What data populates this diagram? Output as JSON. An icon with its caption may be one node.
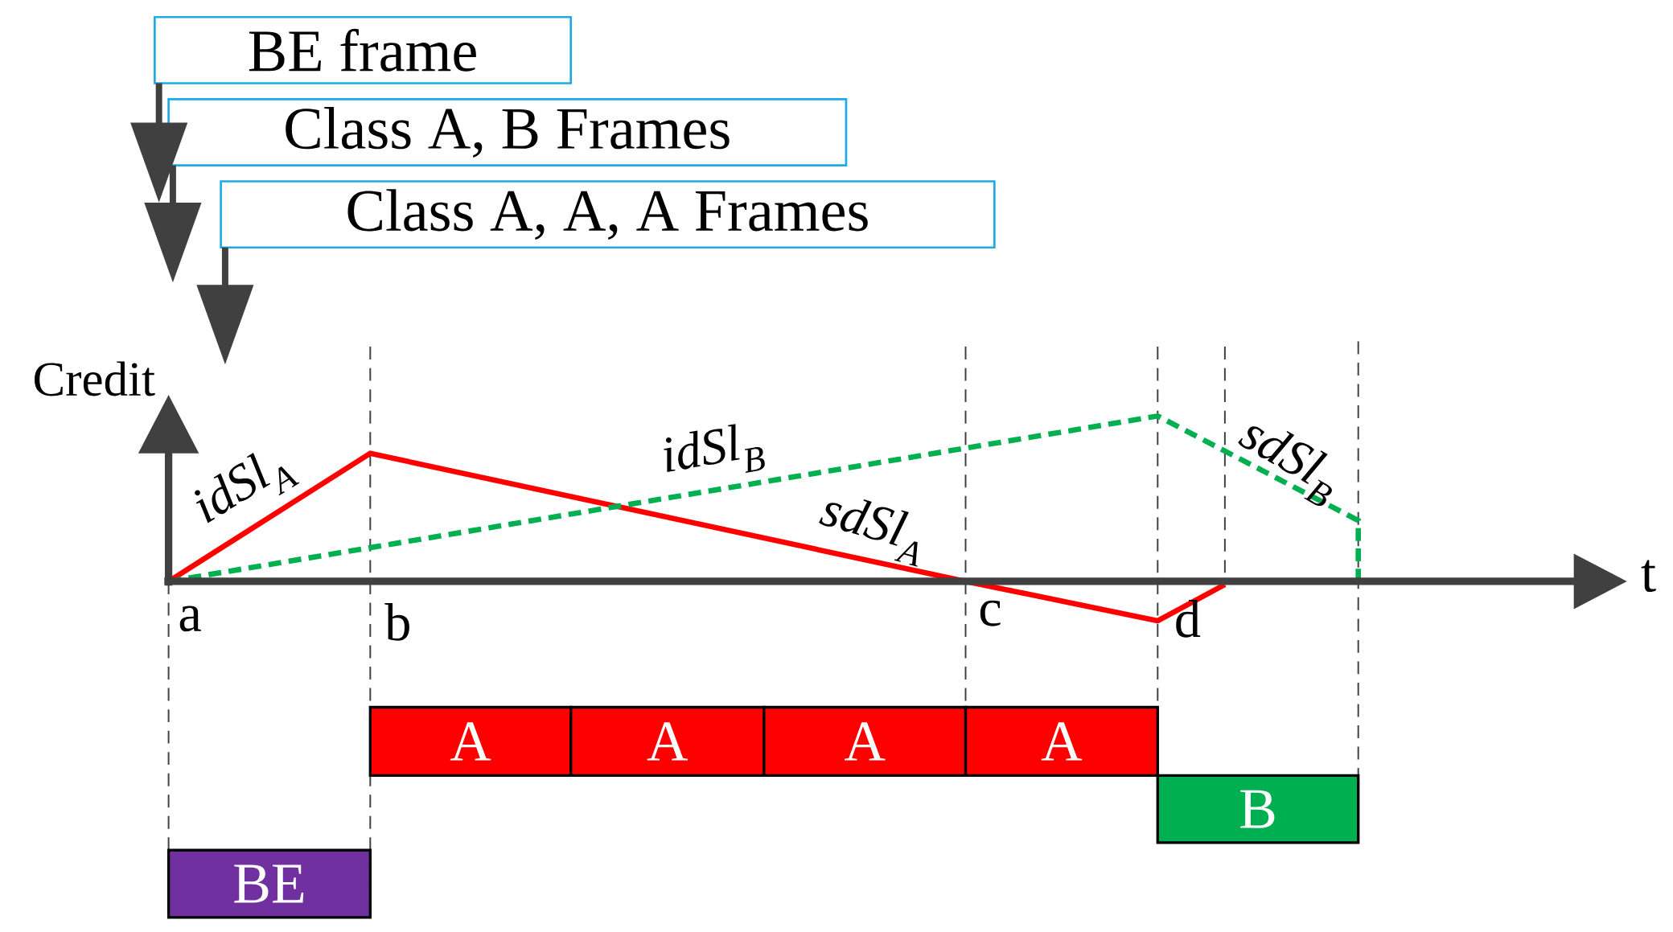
{
  "diagram": {
    "nodes": [
      {
        "text": [
          "BE frame"
        ]
      },
      {
        "text": [
          "Class A, B Frames"
        ]
      },
      {
        "text": [
          "Class A, A, A Frames"
        ]
      },
      {
        "text": [
          "A"
        ]
      },
      {
        "text": [
          "A"
        ]
      },
      {
        "text": [
          "A"
        ]
      },
      {
        "text": [
          "A"
        ]
      },
      {
        "text": [
          "B"
        ]
      },
      {
        "text": [
          "BE"
        ]
      }
    ],
    "edges": [
      {
        "from": 0,
        "to": 1,
        "arrow": "to"
      },
      {
        "from": 1,
        "to": null,
        "arrow": "to"
      },
      {
        "from": 2,
        "to": null,
        "arrow": "to"
      }
    ],
    "labels": [
      "Credit",
      "idSl$_{A}$",
      "idSl$_{B}$",
      "sdSl$_{B}$",
      "sdSl$_{A}$",
      "t",
      "a",
      "b",
      "c",
      "d"
    ]
  }
}
